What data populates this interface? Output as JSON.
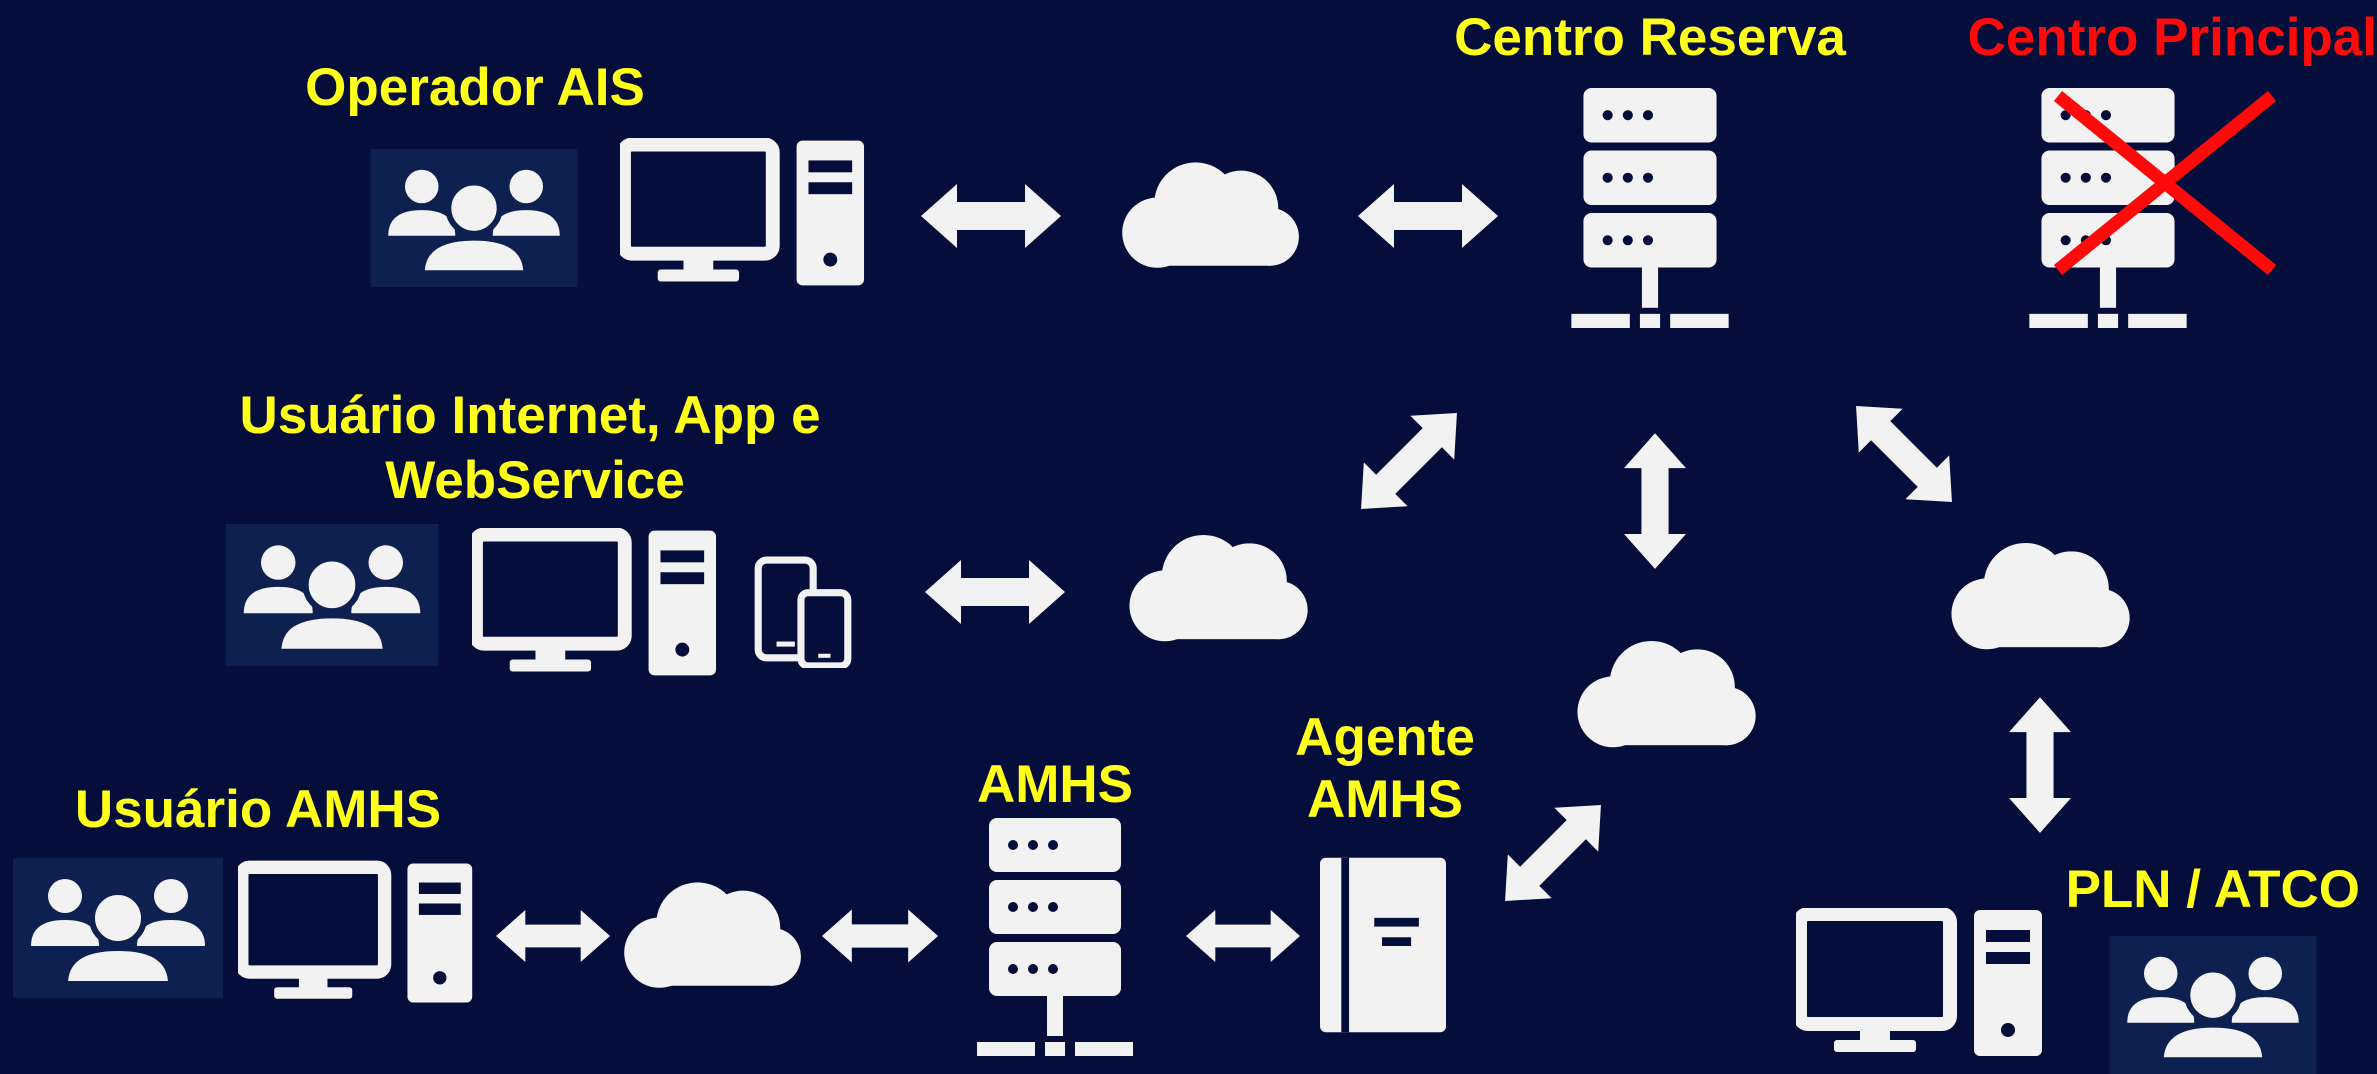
{
  "labels": {
    "operador_ais": "Operador AIS",
    "centro_reserva": "Centro Reserva",
    "centro_principal": "Centro Principal",
    "usuario_internet_line1": "Usuário Internet, App e",
    "usuario_internet_line2": "WebService",
    "usuario_amhs": "Usuário AMHS",
    "amhs": "AMHS",
    "agente_amhs_line1": "Agente",
    "agente_amhs_line2": "AMHS",
    "pln_atco": "PLN / ATCO"
  },
  "colors": {
    "background": "#050d3a",
    "label": "#ffff1a",
    "label_down": "#ff0a0a",
    "icon": "#f2f2f2",
    "fail_mark": "#ff0a0a"
  },
  "icons": {
    "users": "users-group-icon",
    "computer": "desktop-computer-icon",
    "mobile": "phone-tablet-icon",
    "server": "server-rack-icon",
    "cloud": "cloud-icon",
    "agent": "agent-box-icon",
    "arrow": "double-arrow-icon",
    "failure": "red-x-icon"
  }
}
